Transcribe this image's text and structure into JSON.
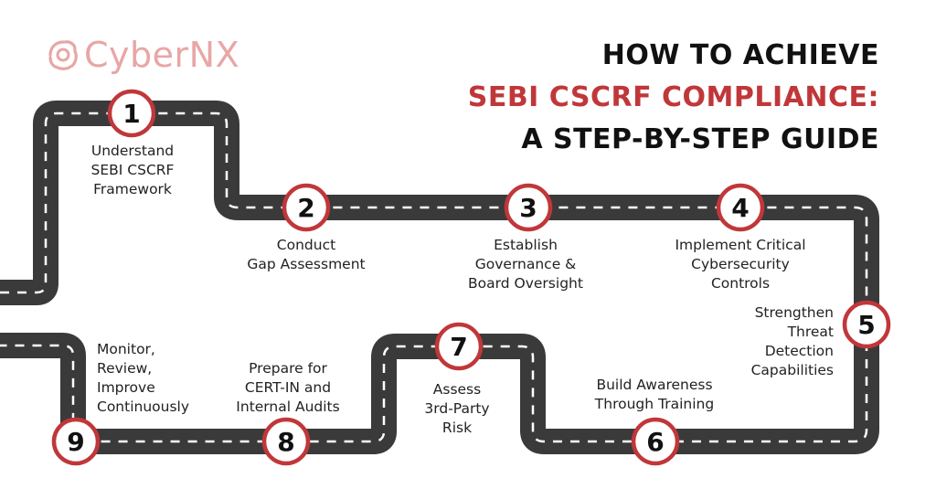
{
  "brand": {
    "name": "CyberNX"
  },
  "heading": {
    "line1": "HOW TO ACHIEVE",
    "line2": "SEBI CSCRF COMPLIANCE:",
    "line3": "A STEP-BY-STEP GUIDE"
  },
  "colors": {
    "road": "#3a3a3a",
    "road_dash": "#ffffff",
    "marker_ring": "#c0373a",
    "accent": "#c0373a",
    "logo": "#e8a6a6"
  },
  "steps": [
    {
      "number": "1",
      "label": [
        "Understand",
        "SEBI CSCRF",
        "Framework"
      ]
    },
    {
      "number": "2",
      "label": [
        "Conduct",
        "Gap Assessment"
      ]
    },
    {
      "number": "3",
      "label": [
        "Establish",
        "Governance &",
        "Board Oversight"
      ]
    },
    {
      "number": "4",
      "label": [
        "Implement Critical",
        "Cybersecurity",
        "Controls"
      ]
    },
    {
      "number": "5",
      "label": [
        "Strengthen",
        "Threat",
        "Detection",
        "Capabilities"
      ]
    },
    {
      "number": "6",
      "label": [
        "Build Awareness",
        "Through Training"
      ]
    },
    {
      "number": "7",
      "label": [
        "Assess",
        "3rd-Party",
        "Risk"
      ]
    },
    {
      "number": "8",
      "label": [
        "Prepare for",
        "CERT-IN and",
        "Internal Audits"
      ]
    },
    {
      "number": "9",
      "label": [
        "Monitor,",
        "Review,",
        "Improve",
        "Continuously"
      ]
    }
  ]
}
